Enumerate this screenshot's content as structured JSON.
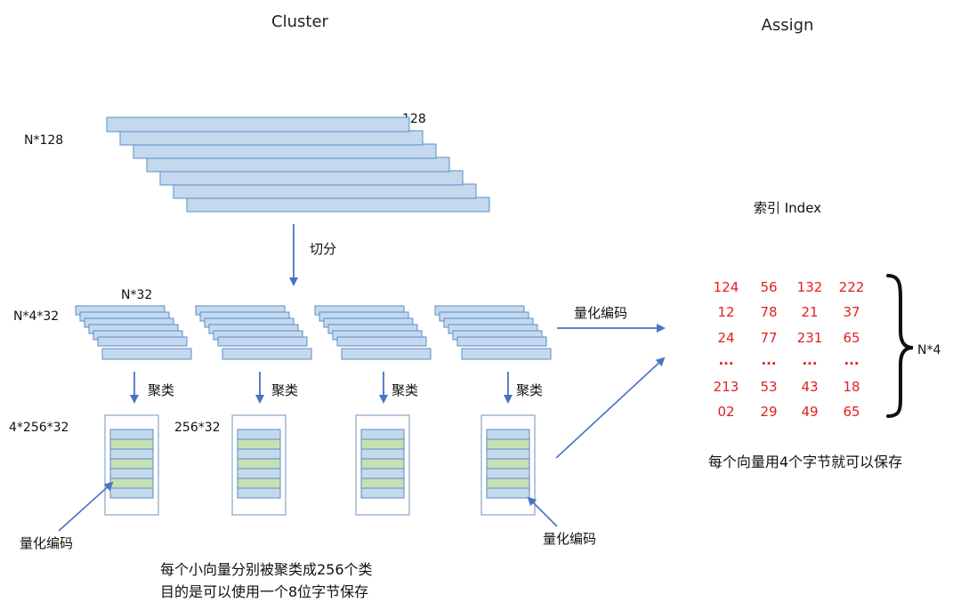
{
  "headers": {
    "cluster": "Cluster",
    "assign": "Assign"
  },
  "labels": {
    "n128": "N*128",
    "dim128": "128",
    "split": "切分",
    "n32": "N*32",
    "n4_32": "N*4*32",
    "quantize_top": "量化编码",
    "cluster_op": "聚类",
    "codebook_big": "4*256*32",
    "codebook_small": "256*32",
    "quantize_left": "量化编码",
    "quantize_bottom": "量化编码",
    "index_title": "索引 Index",
    "n4": "N*4",
    "assign_note": "每个向量用4个字节就可以保存",
    "note_line1": "每个小向量分别被聚类成256个类",
    "note_line2": "目的是可以使用一个8位字节保存"
  },
  "index_table": [
    [
      "124",
      "56",
      "132",
      "222"
    ],
    [
      "12",
      "78",
      "21",
      "37"
    ],
    [
      "24",
      "77",
      "231",
      "65"
    ],
    [
      "...",
      "...",
      "...",
      "..."
    ],
    [
      "213",
      "53",
      "43",
      "18"
    ],
    [
      "02",
      "29",
      "49",
      "65"
    ]
  ],
  "colors": {
    "bar_fill": "#c4d9ee",
    "bar_stroke": "#5b8bc7",
    "green_row": "#c6e0b4",
    "arrow": "#4a72c4",
    "index_text": "#e02020",
    "codebook_border": "#8aa3c4"
  }
}
